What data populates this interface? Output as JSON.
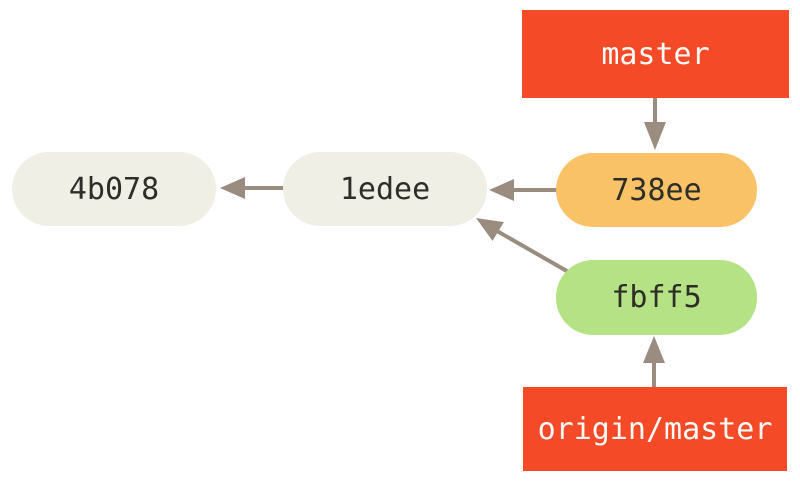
{
  "diagram": {
    "type": "git-commit-graph",
    "commits": [
      {
        "id": "4b078",
        "label": "4b078",
        "role": "shared-history"
      },
      {
        "id": "1edee",
        "label": "1edee",
        "role": "shared-history"
      },
      {
        "id": "738ee",
        "label": "738ee",
        "role": "local-master-tip"
      },
      {
        "id": "fbff5",
        "label": "fbff5",
        "role": "remote-tip"
      }
    ],
    "branch_labels": [
      {
        "id": "master",
        "label": "master",
        "points_to": "738ee"
      },
      {
        "id": "origin-master",
        "label": "origin/master",
        "points_to": "fbff5"
      }
    ],
    "edges": [
      {
        "from": "master",
        "to": "738ee"
      },
      {
        "from": "738ee",
        "to": "1edee"
      },
      {
        "from": "1edee",
        "to": "4b078"
      },
      {
        "from": "fbff5",
        "to": "1edee"
      },
      {
        "from": "origin/master",
        "to": "fbff5"
      }
    ],
    "colors": {
      "branch_label_bg": "#f44a28",
      "branch_label_text": "#fdfcf8",
      "commit_default_bg": "#f0efe6",
      "commit_master_bg": "#fac266",
      "commit_remote_bg": "#b4e284",
      "commit_text": "#2e2d28",
      "arrow": "#9a8c7f",
      "background": "#ffffff"
    }
  }
}
